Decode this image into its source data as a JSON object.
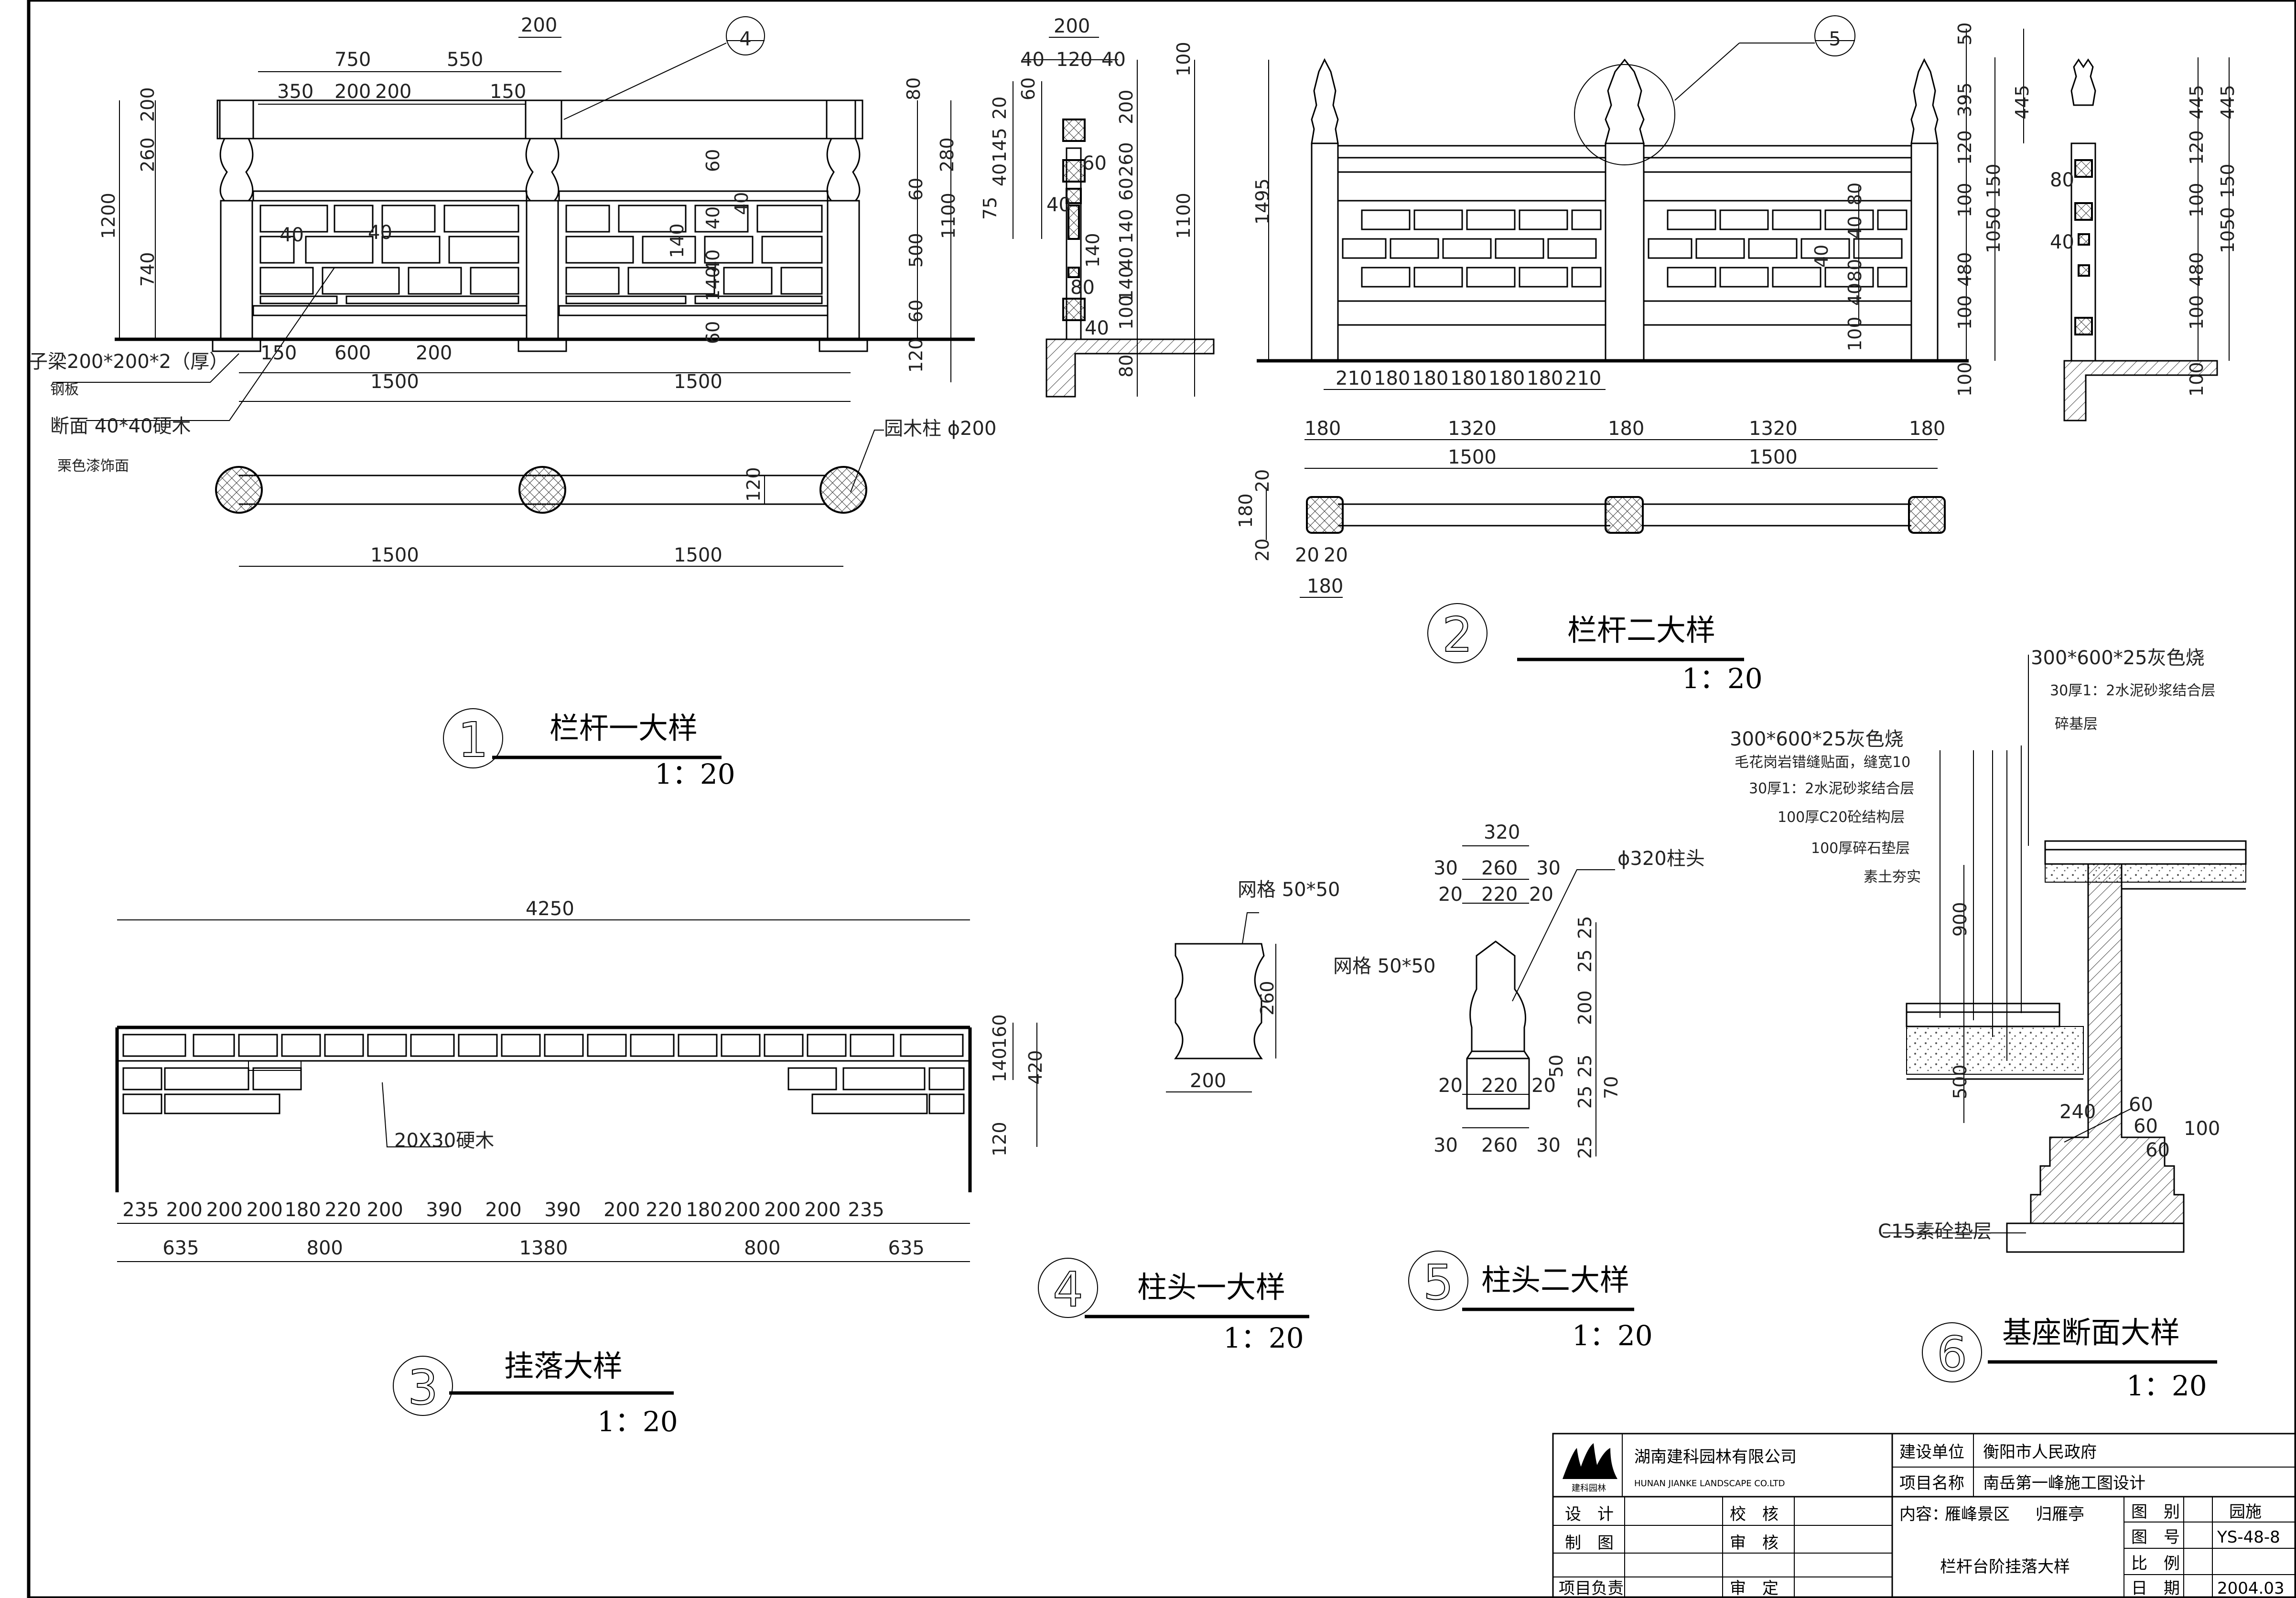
{
  "details": {
    "d1": {
      "num": "1",
      "title": "栏杆一大样",
      "scale": "1：20"
    },
    "d2": {
      "num": "2",
      "title": "栏杆二大样",
      "scale": "1：20"
    },
    "d3": {
      "num": "3",
      "title": "挂落大样",
      "scale": "1：20"
    },
    "d4": {
      "num": "4",
      "title": "柱头一大样",
      "scale": "1：20"
    },
    "d5": {
      "num": "5",
      "title": "柱头二大样",
      "scale": "1：20"
    },
    "d6": {
      "num": "6",
      "title": "基座断面大样",
      "scale": "1：20"
    }
  },
  "callouts": {
    "c4": "4",
    "c5": "5"
  },
  "notes": {
    "n1": "子梁200*200*2（厚）",
    "n2": "钢板",
    "n3": "断面 40*40硬木",
    "n4": "栗色漆饰面",
    "n5": "园木柱 ϕ200",
    "n6": "20X30硬木",
    "n7": "网格 50*50",
    "n8": "ϕ320柱头",
    "n9": "网格 50*50",
    "n10": "300*600*25灰色烧",
    "n11": "30厚1：2水泥砂浆结合层",
    "n12": "碎基层",
    "n13": "300*600*25灰色烧",
    "n14": "毛花岗岩错缝贴面，缝宽10",
    "n15": "30厚1：2水泥砂浆结合层",
    "n16": "100厚C20砼结构层",
    "n17": "100厚碎石垫层",
    "n18": "素土夯实",
    "n19": "C15素砼垫层",
    "n20": "240"
  },
  "dims": {
    "d1": {
      "top750": "750",
      "top550": "550",
      "top200": "200",
      "t350": "350",
      "t200a": "200",
      "t200b": "200",
      "t150": "150",
      "l200": "200",
      "l260": "260",
      "l740": "740",
      "l1200": "1200",
      "r80": "80",
      "r280": "280",
      "r500": "500",
      "r1100": "1100",
      "r120": "120",
      "r60a": "60",
      "r60b": "60",
      "r60c": "60",
      "r60d": "60",
      "r140a": "140",
      "r40a": "40",
      "r40b": "40",
      "r140b": "140",
      "r40c": "40",
      "i40a": "40",
      "i40b": "40",
      "b150": "150",
      "b600": "600",
      "b200": "200",
      "b1500a": "1500",
      "b1500b": "1500",
      "p120": "120",
      "p1500a": "1500",
      "p1500b": "1500"
    },
    "sec1": {
      "s200": "200",
      "s40a": "40",
      "s120": "120",
      "s40b": "40",
      "s100": "100",
      "s200b": "200",
      "s260": "260",
      "s1100": "1100",
      "s80": "80",
      "s20": "20",
      "s145": "145",
      "s40c": "40",
      "s75": "75",
      "s60a": "60",
      "s60b": "60",
      "s140a": "140",
      "s40d": "40",
      "s140b": "140",
      "s100b": "100",
      "s40e": "40",
      "s60c": "60",
      "s140c": "140",
      "s80b": "80",
      "s40f": "40"
    },
    "d2": {
      "h50": "50",
      "h395": "395",
      "h120": "120",
      "h150": "150",
      "h100": "100",
      "h1050": "1050",
      "h480": "480",
      "h100b": "100",
      "h100c": "100",
      "h445": "445",
      "h1495": "1495",
      "m80": "80",
      "m40a": "40",
      "m40b": "40",
      "m80b": "80",
      "m40c": "40",
      "m100": "100",
      "b210a": "210",
      "b180a": "180",
      "b180b": "180",
      "b180c": "180",
      "b180d": "180",
      "b180e": "180",
      "b210b": "210",
      "p180a": "180",
      "p1320a": "1320",
      "p180b": "180",
      "p1320b": "1320",
      "p180c": "180",
      "p1500a": "1500",
      "p1500b": "1500",
      "q20a": "20",
      "q180": "180",
      "q20b": "20",
      "q20c": "20",
      "q20d": "20",
      "q180b": "180"
    },
    "sec2": {
      "a445": "445",
      "a120": "120",
      "a150": "150",
      "a100": "100",
      "a1050": "1050",
      "a480": "480",
      "a100b": "100",
      "a100c": "100",
      "a445b": "445",
      "a80": "80",
      "a40": "40"
    },
    "d3": {
      "w4250": "4250",
      "h160": "160",
      "h140": "140",
      "h420": "420",
      "h120": "120",
      "s": [
        "235",
        "200",
        "200",
        "200",
        "180",
        "220",
        "200",
        "390",
        "200",
        "390",
        "200",
        "220",
        "180",
        "200",
        "200",
        "200",
        "235"
      ],
      "g": [
        "635",
        "800",
        "1380",
        "800",
        "635"
      ]
    },
    "d4": {
      "h260": "260",
      "w200": "200"
    },
    "d5": {
      "w320": "320",
      "w30a": "30",
      "w260": "260",
      "w30b": "30",
      "w20a": "20",
      "w220": "220",
      "w20b": "20",
      "h25a": "25",
      "h25b": "25",
      "h200": "200",
      "h50": "50",
      "h25c": "25",
      "h25d": "25",
      "h70": "70",
      "b20a": "20",
      "b220": "220",
      "b20b": "20",
      "b30a": "30",
      "b260": "260",
      "b30b": "30",
      "h25e": "25"
    },
    "d6": {
      "h900": "900",
      "h500": "500",
      "r60a": "60",
      "r60b": "60",
      "r60c": "60",
      "r100": "100"
    }
  },
  "title_block": {
    "company_cn": "湖南建科园林有限公司",
    "company_en": "HUNAN JIANKE LANDSCAPE CO.LTD",
    "logo_text": "建科园林",
    "client_label": "建设单位",
    "client_value": "衡阳市人民政府",
    "project_label": "项目名称",
    "project_value": "南岳第一峰施工图设计",
    "content_label": "内容：",
    "content_value1": "雁峰景区",
    "content_value2": "归雁亭",
    "content_value3": "栏杆台阶挂落大样",
    "design": "设　计",
    "draw": "制　图",
    "lead": "项目负责",
    "check": "校　核",
    "review": "审　核",
    "approve": "审　定",
    "cat_label": "图　别",
    "cat_value": "园施",
    "no_label": "图　号",
    "no_value": "YS-48-8",
    "scale_label": "比　例",
    "scale_value": "",
    "date_label": "日　期",
    "date_value": "2004.03"
  }
}
